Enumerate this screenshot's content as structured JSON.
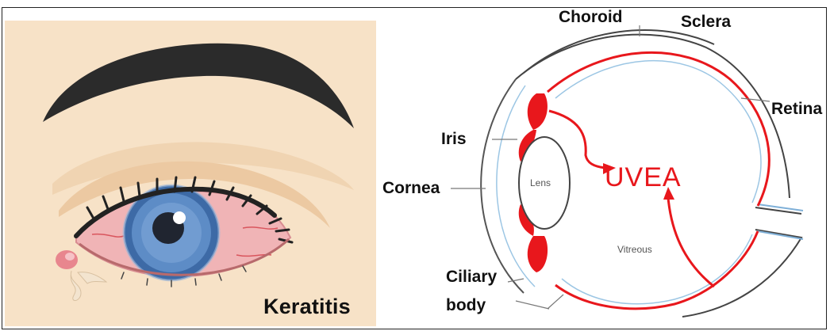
{
  "left_panel": {
    "caption": "Keratitis"
  },
  "diagram": {
    "labels": {
      "choroid": "Choroid",
      "sclera": "Sclera",
      "retina": "Retina",
      "iris": "Iris",
      "cornea": "Cornea",
      "ciliary_line1": "Ciliary",
      "ciliary_line2": "body"
    },
    "center_label": "UVEA",
    "lens_label": "Lens",
    "vitreous_label": "Vitreous"
  },
  "colors": {
    "uvea_red": "#e8171c",
    "skin": "#f7e2c7",
    "iris_blue": "#4a78b0",
    "sclera_pink": "#f0b4b6"
  }
}
